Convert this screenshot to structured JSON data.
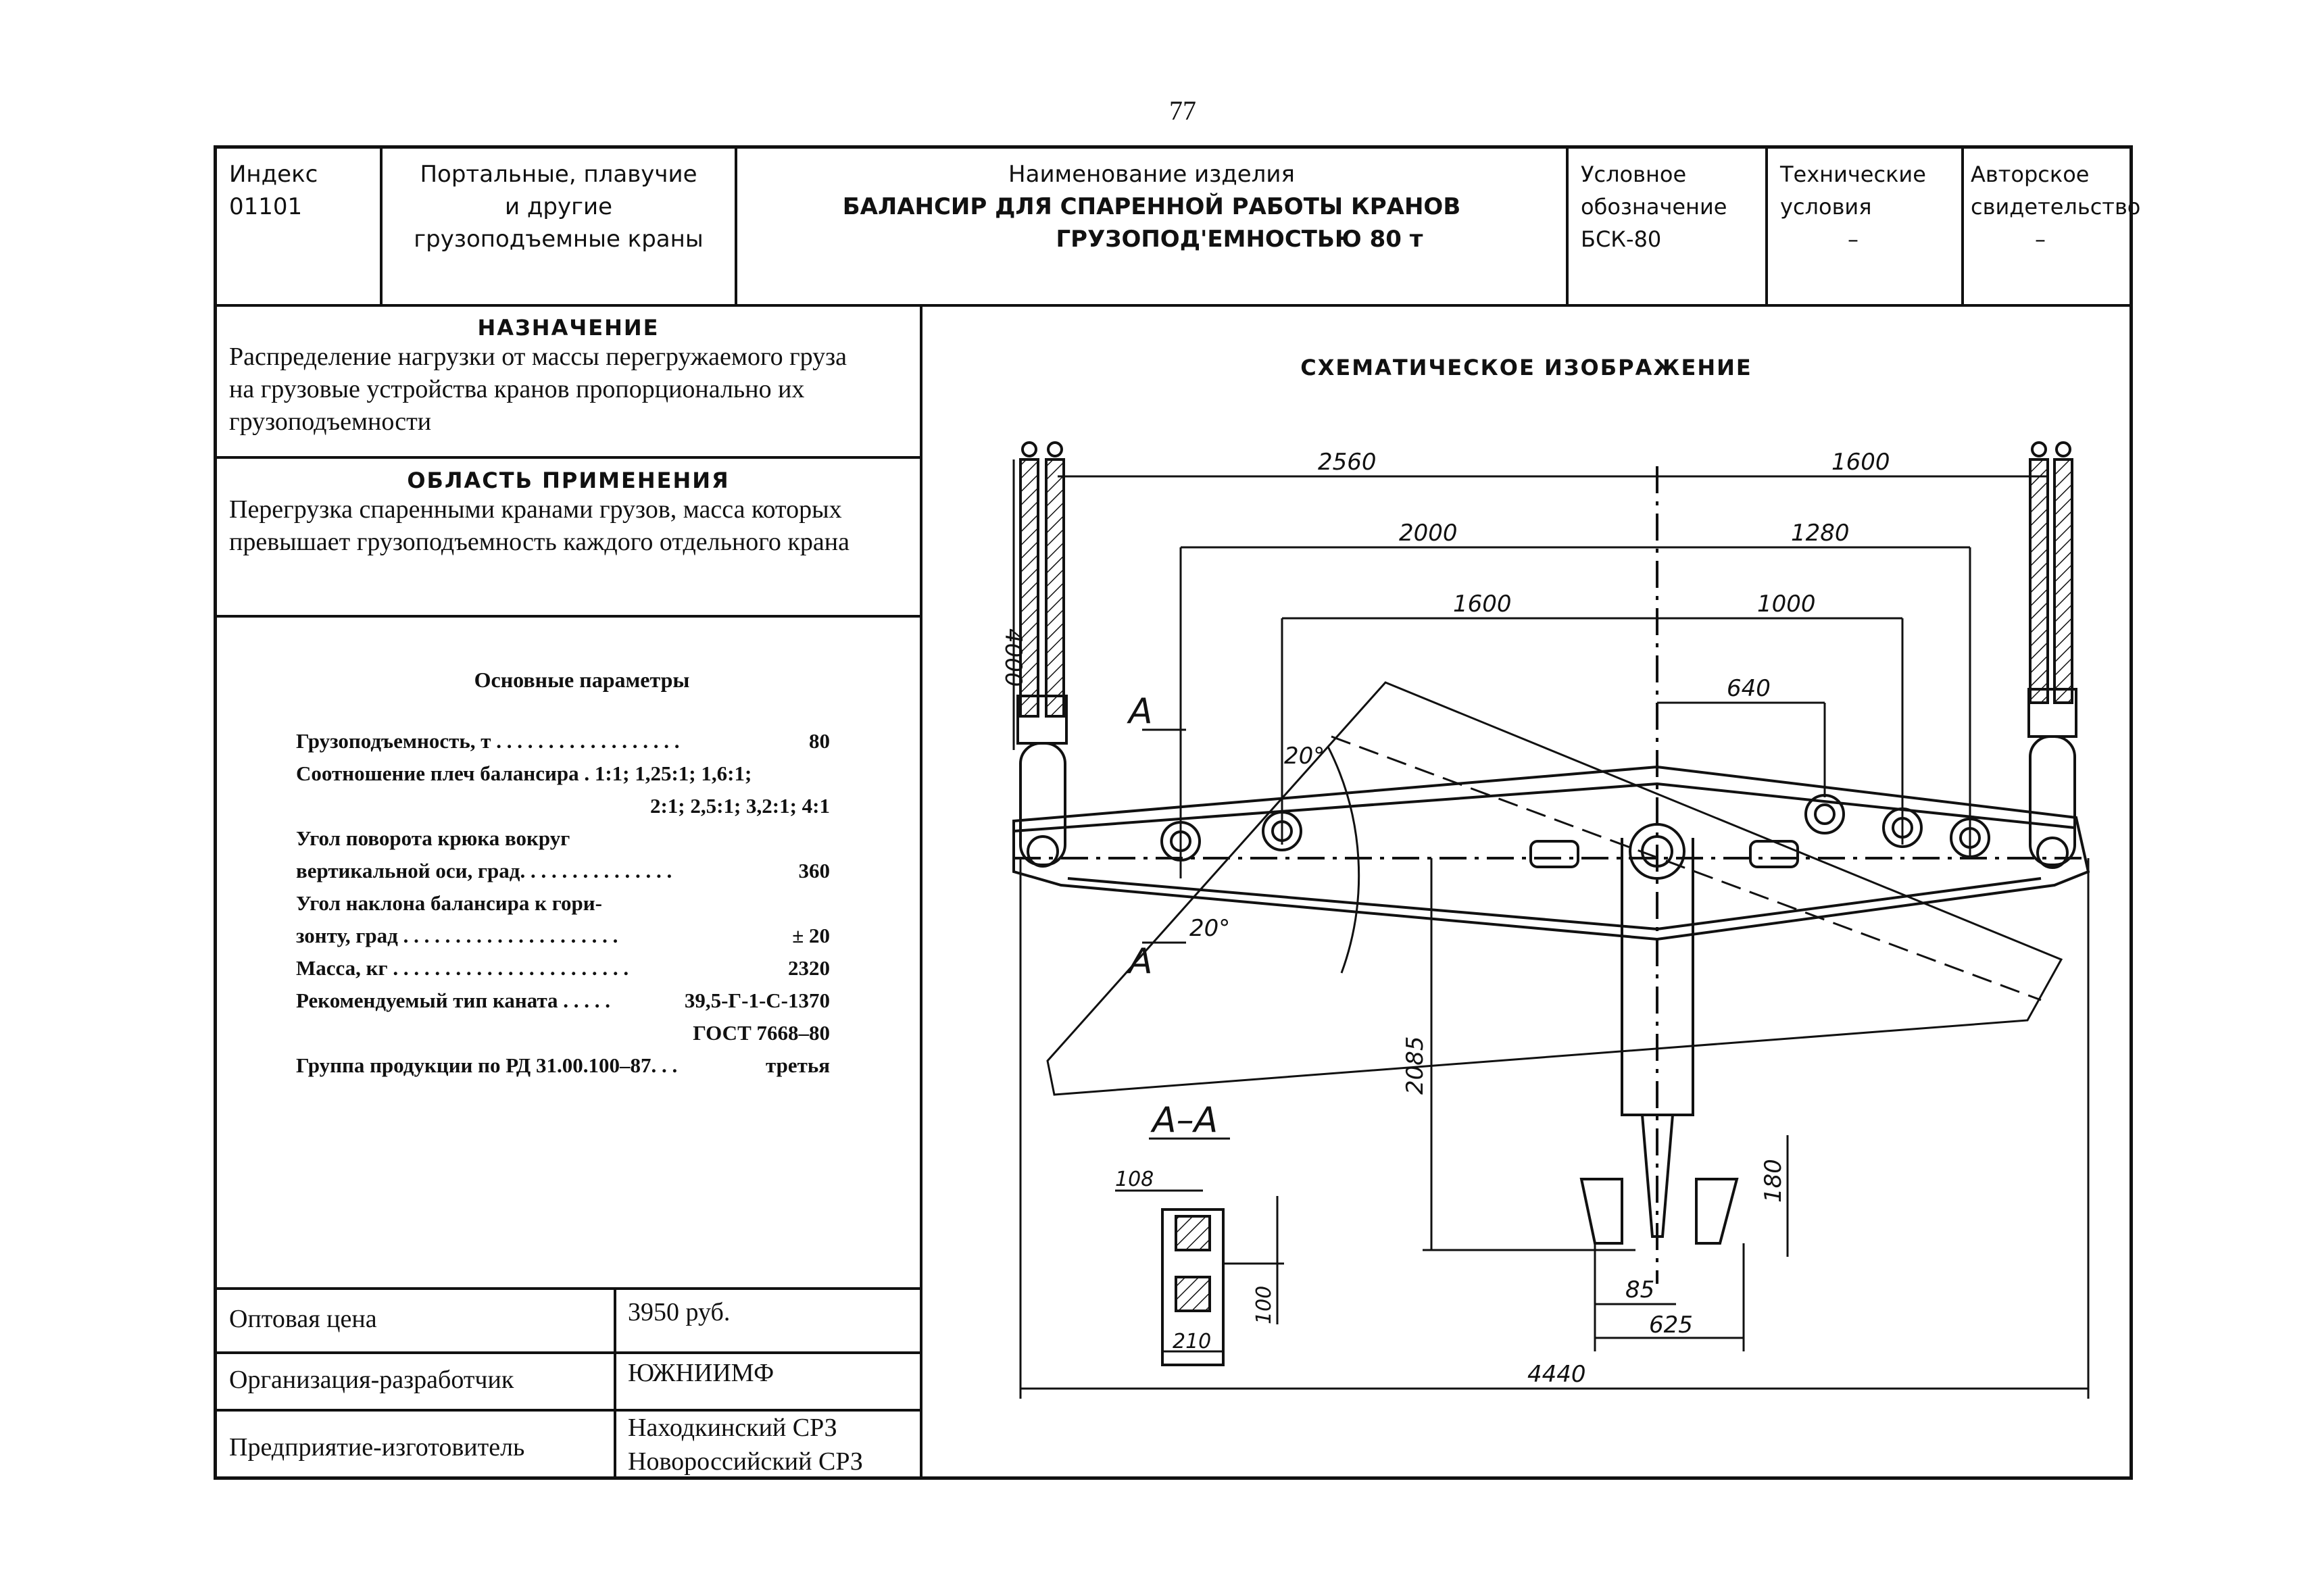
{
  "page_number": "77",
  "header": {
    "index_label": "Индекс",
    "index_value": "01101",
    "category_line1": "Портальные,  плавучие",
    "category_line2": "и  другие",
    "category_line3": "грузоподъемные краны",
    "product_label": "Наименование изделия",
    "product_name_line1": "БАЛАНСИР ДЛЯ СПАРЕННОЙ РАБОТЫ КРАНОВ",
    "product_name_line2": "ГРУЗОПОД'ЕМНОСТЬЮ  80 т",
    "designation_line1": "Условное",
    "designation_line2": "обозначение",
    "designation_value": "БСК-80",
    "tech_line1": "Технические",
    "tech_line2": "условия",
    "tech_value": "–",
    "cert_line1": "Авторское",
    "cert_line2": "свидетельство",
    "cert_value": "–"
  },
  "purpose": {
    "title": "НАЗНАЧЕНИЕ",
    "line1": "Распределение нагрузки от массы перегружаемого груза",
    "line2": "на грузовые устройства кранов пропорционально их",
    "line3": "грузоподъемности"
  },
  "application": {
    "title": "ОБЛАСТЬ  ПРИМЕНЕНИЯ",
    "line1": "Перегрузка спаренными кранами грузов, масса которых",
    "line2": "превышает грузоподъемность каждого отдельного крана"
  },
  "parameters": {
    "title": "Основные параметры",
    "rows": [
      {
        "label": "Грузоподъемность, т . . . . . . . . . . . . . . . . . .",
        "value": "80"
      },
      {
        "label": "Соотношение плеч балансира .  1:1;  1,25:1;  1,6:1;",
        "value": ""
      },
      {
        "label": "",
        "value": "2:1;  2,5:1;  3,2:1;  4:1"
      },
      {
        "label": "Угол поворота крюка вокруг",
        "value": ""
      },
      {
        "label": "вертикальной оси, град. . . . . . . . . . . . . . .",
        "value": "360"
      },
      {
        "label": "Угол наклона балансира к гори-",
        "value": ""
      },
      {
        "label": "зонту, град . . . . . . . . . . . . . . . . . . . . .",
        "value": "± 20"
      },
      {
        "label": "Масса, кг . . . . . . . . . . . . . . . . . . . . . . .",
        "value": "2320"
      },
      {
        "label": "Рекомендуемый тип каната . . . . .",
        "value": "39,5-Г-1-С-1370"
      },
      {
        "label": "",
        "value": "ГОСТ 7668–80"
      },
      {
        "label": "Группа продукции по РД 31.00.100–87. . .",
        "value": "третья"
      }
    ]
  },
  "footer": {
    "price_label": "Оптовая цена",
    "price_value": "3950  руб.",
    "developer_label": "Организация-разработчик",
    "developer_value": "ЮЖНИИМФ",
    "maker_label": "Предприятие-изготовитель",
    "maker_value_line1": "Находкинский СРЗ",
    "maker_value_line2": "Новороссийский СРЗ"
  },
  "drawing": {
    "title": "СХЕМАТИЧЕСКОЕ  ИЗОБРАЖЕНИЕ",
    "dim_2560": "2560",
    "dim_1600_top": "1600",
    "dim_2000": "2000",
    "dim_1280": "1280",
    "dim_1600_mid": "1600",
    "dim_1000": "1000",
    "dim_640": "640",
    "dim_4000": "4000",
    "angle_20_top": "20°",
    "angle_20_bottom": "20°",
    "dim_2085": "2085",
    "dim_180": "180",
    "dim_85": "85",
    "dim_625": "625",
    "dim_4440": "4440",
    "section_label": "А–А",
    "section_mark": "А",
    "dim_108": "108",
    "dim_100": "100",
    "dim_210": "210"
  }
}
